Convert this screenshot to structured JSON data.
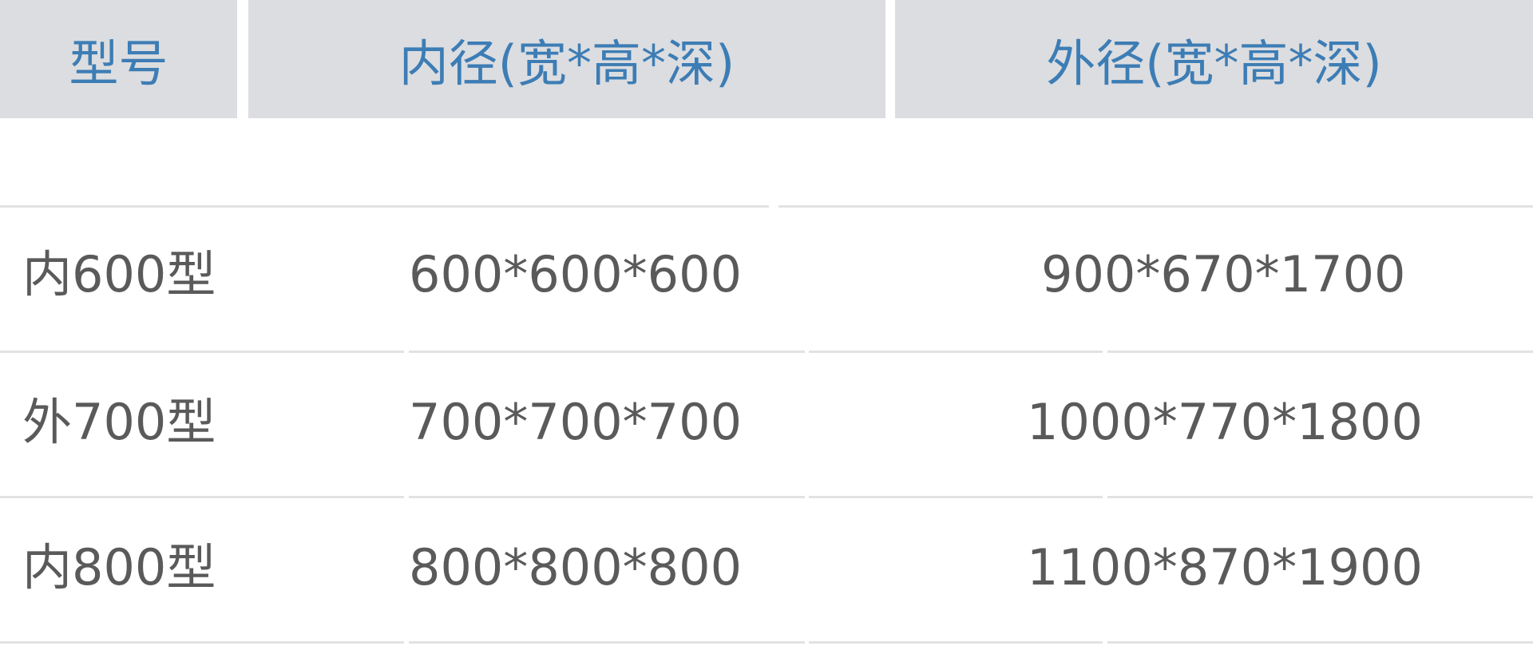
{
  "table": {
    "headers": [
      "型号",
      "内径(宽*高*深)",
      "外径(宽*高*深)"
    ],
    "rows": [
      {
        "model": "内600型",
        "inner": "600*600*600",
        "outer": "900*670*1700"
      },
      {
        "model": "外700型",
        "inner": "700*700*700",
        "outer": "1000*770*1800"
      },
      {
        "model": "内800型",
        "inner": "800*800*800",
        "outer": "1100*870*1900"
      }
    ]
  },
  "colors": {
    "header_bg": "#dcdde0",
    "header_text": "#3d7db5",
    "body_text": "#5a5a5a",
    "rule": "#e2e2e2"
  }
}
